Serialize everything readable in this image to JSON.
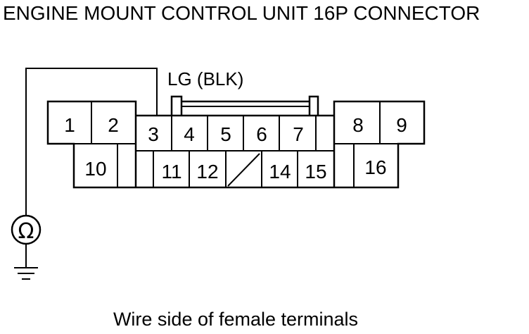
{
  "title": "ENGINE MOUNT CONTROL UNIT 16P CONNECTOR",
  "wire_label": "LG (BLK)",
  "ohm_symbol": "Ω",
  "caption": "Wire side of female terminals",
  "terminals": {
    "t1": "1",
    "t2": "2",
    "t3": "3",
    "t4": "4",
    "t5": "5",
    "t6": "6",
    "t7": "7",
    "t8": "8",
    "t9": "9",
    "t10": "10",
    "t11": "11",
    "t12": "12",
    "t14": "14",
    "t15": "15",
    "t16": "16"
  },
  "probe_terminal": "3"
}
